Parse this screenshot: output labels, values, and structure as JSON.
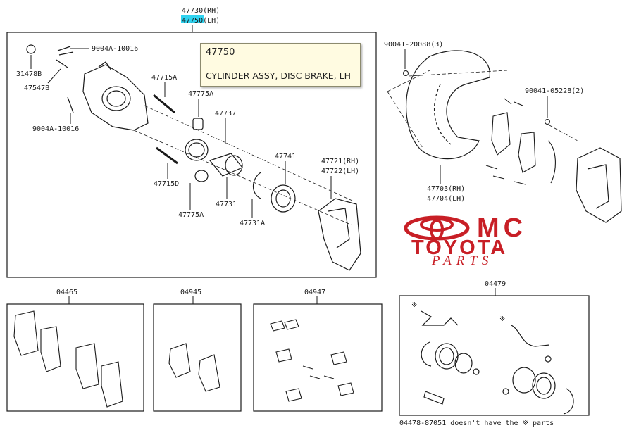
{
  "header": {
    "rh": "47730(RH)",
    "lh_code": "47750",
    "lh_suffix": "(LH)"
  },
  "tooltip": {
    "part_no": "47750",
    "description": "CYLINDER ASSY, DISC BRAKE, LH"
  },
  "callouts": {
    "c9004a_top": "9004A-10016",
    "c31478b": "31478B",
    "c47547b": "47547B",
    "c9004a_bottom": "9004A-10016",
    "c47715a": "47715A",
    "c47775a_top": "47775A",
    "c47737": "47737",
    "c47741": "47741",
    "c47721": "47721(RH)",
    "c47722": "47722(LH)",
    "c47715d": "47715D",
    "c47731": "47731",
    "c47775a_bottom": "47775A",
    "c47731a": "47731A",
    "c90041_20088": "90041-20088(3)",
    "c90041_05228": "90041-05228(2)",
    "c47703": "47703(RH)",
    "c47704": "47704(LH)"
  },
  "kits": {
    "k04465": "04465",
    "k04945": "04945",
    "k04947": "04947",
    "k04479": "04479"
  },
  "logo": {
    "brand": "MC",
    "name": "TOYOTA",
    "tagline": "PARTS",
    "color": "#c81f26"
  },
  "footnote": "04478-87051 doesn't have the ※ parts",
  "colors": {
    "highlight": "#2fd3f0",
    "tooltip_bg": "#fffbe1",
    "line": "#1a1a1a"
  }
}
